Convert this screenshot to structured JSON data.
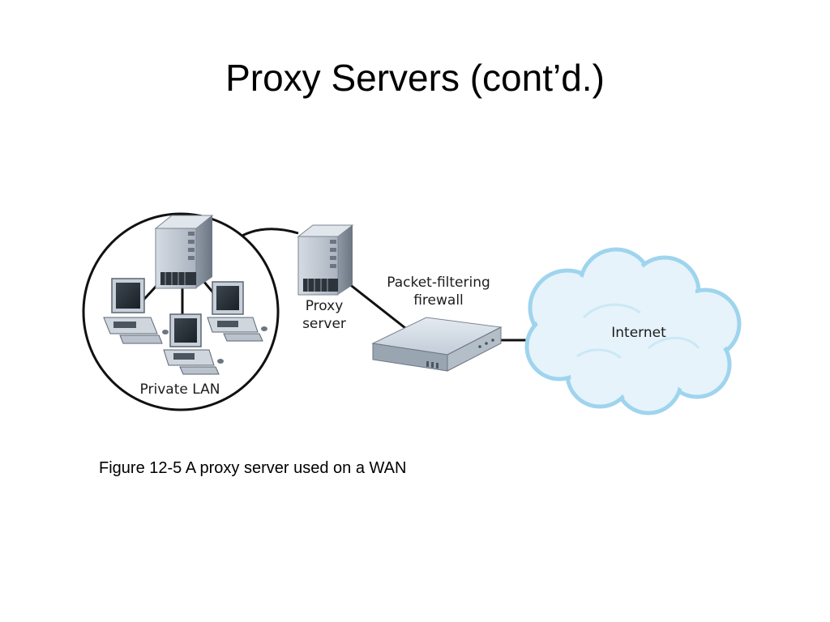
{
  "slide": {
    "title": "Proxy Servers (cont’d.)",
    "caption": "Figure 12-5 A proxy server used on a WAN"
  },
  "diagram": {
    "labels": {
      "private_lan": "Private LAN",
      "proxy_line1": "Proxy",
      "proxy_line2": "server",
      "firewall_line1": "Packet-filtering",
      "firewall_line2": "firewall",
      "internet": "Internet"
    },
    "colors": {
      "server_body": "#bcc5d0",
      "server_dark": "#5b6572",
      "firewall_body": "#c9d3de",
      "cloud_fill": "#e6f3fb",
      "cloud_edge": "#9fd4ee",
      "line": "#111111"
    }
  }
}
